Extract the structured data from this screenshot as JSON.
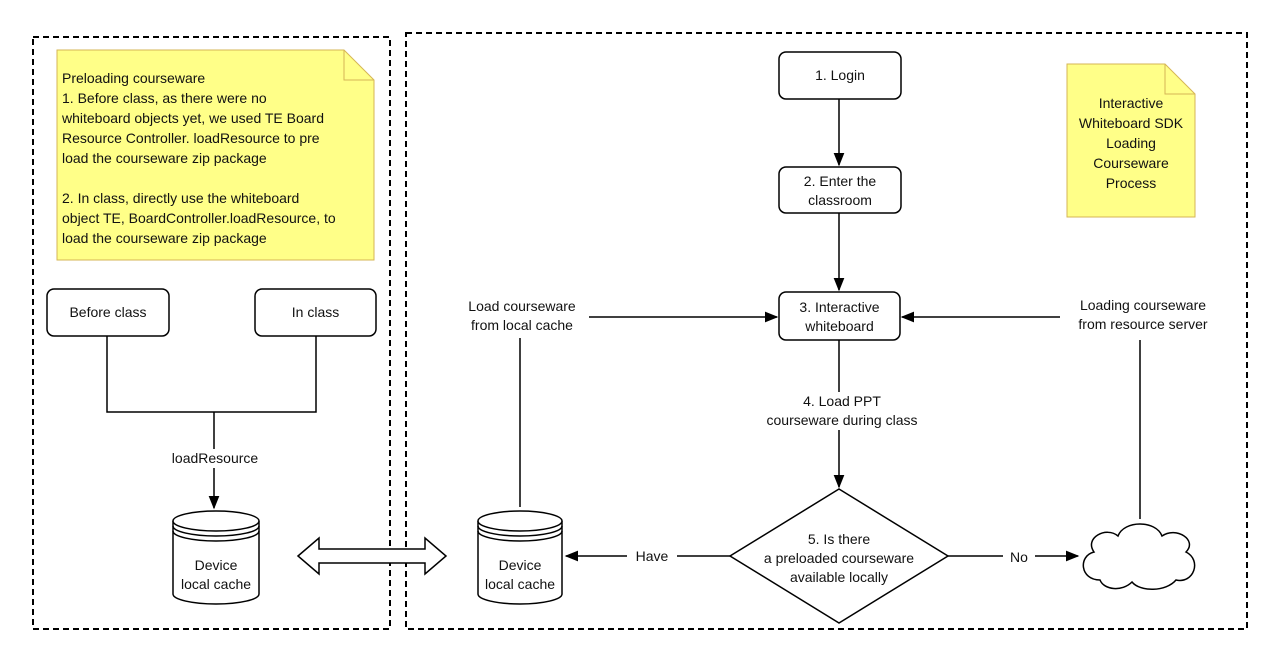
{
  "left_panel": {
    "note": {
      "title": "Preloading courseware",
      "lines": [
        "1. Before class, as there were no",
        "whiteboard objects yet, we used TE Board",
        "Resource Controller. loadResource to pre",
        "load the courseware zip package",
        "",
        "2. In class, directly use the whiteboard",
        "object TE, BoardController.loadResource, to",
        "load the courseware zip package"
      ]
    },
    "before_class": "Before class",
    "in_class": "In class",
    "load_resource": "loadResource",
    "cache": [
      "Device",
      "local cache"
    ]
  },
  "right_panel": {
    "title_note": [
      "Interactive",
      "Whiteboard SDK",
      "Loading",
      "Courseware",
      "Process"
    ],
    "login": "1. Login",
    "enter": [
      "2. Enter the",
      "classroom"
    ],
    "whiteboard": [
      "3. Interactive",
      "whiteboard"
    ],
    "load_ppt": [
      "4. Load PPT",
      "courseware during class"
    ],
    "decision": [
      "5. Is there",
      "a preloaded courseware",
      "available locally"
    ],
    "local_label": [
      "Load courseware",
      "from local cache"
    ],
    "server_label": [
      "Loading courseware",
      "from resource server"
    ],
    "have": "Have",
    "no": "No",
    "cache": [
      "Device",
      "local cache"
    ]
  },
  "colors": {
    "note_fill": "#FFFF88",
    "note_stroke": "#D6B656",
    "line": "#000000"
  }
}
